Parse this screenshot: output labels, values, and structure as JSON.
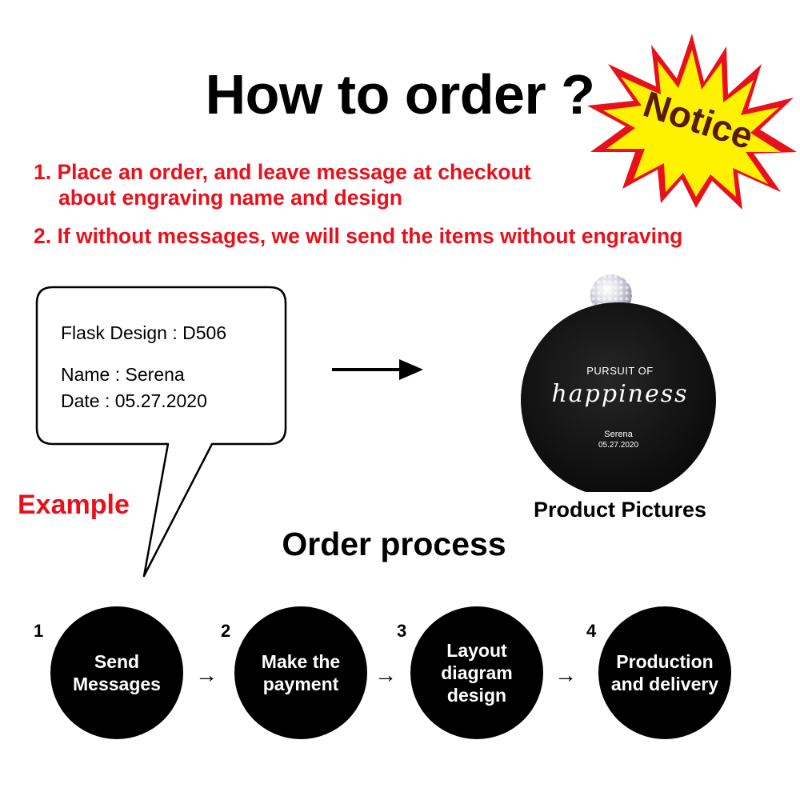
{
  "header": {
    "title": "How to order ?",
    "notice_badge": "Notice"
  },
  "instructions": {
    "line1": "1. Place an order, and leave message at checkout",
    "line1_cont": "about engraving name and design",
    "line2": "2. If without messages, we will send the items without engraving"
  },
  "example_message": {
    "design": "Flask Design : D506",
    "name": "Name : Serena",
    "date": "Date : 05.27.2020",
    "label": "Example"
  },
  "product": {
    "engraving_top": "PURSUIT OF",
    "engraving_script": "happiness",
    "engraving_name": "Serena",
    "engraving_date": "05.27.2020",
    "label": "Product Pictures"
  },
  "process": {
    "title": "Order process",
    "arrow": "→",
    "steps": [
      {
        "number": "1",
        "label": "Send\nMessages"
      },
      {
        "number": "2",
        "label": "Make the\npayment"
      },
      {
        "number": "3",
        "label": "Layout\ndiagram\ndesign"
      },
      {
        "number": "4",
        "label": "Production\nand delivery"
      }
    ]
  },
  "colors": {
    "accent_red": "#e8101a",
    "badge_yellow": "#fff200",
    "badge_red": "#e8101a",
    "circle_black": "#000000"
  }
}
